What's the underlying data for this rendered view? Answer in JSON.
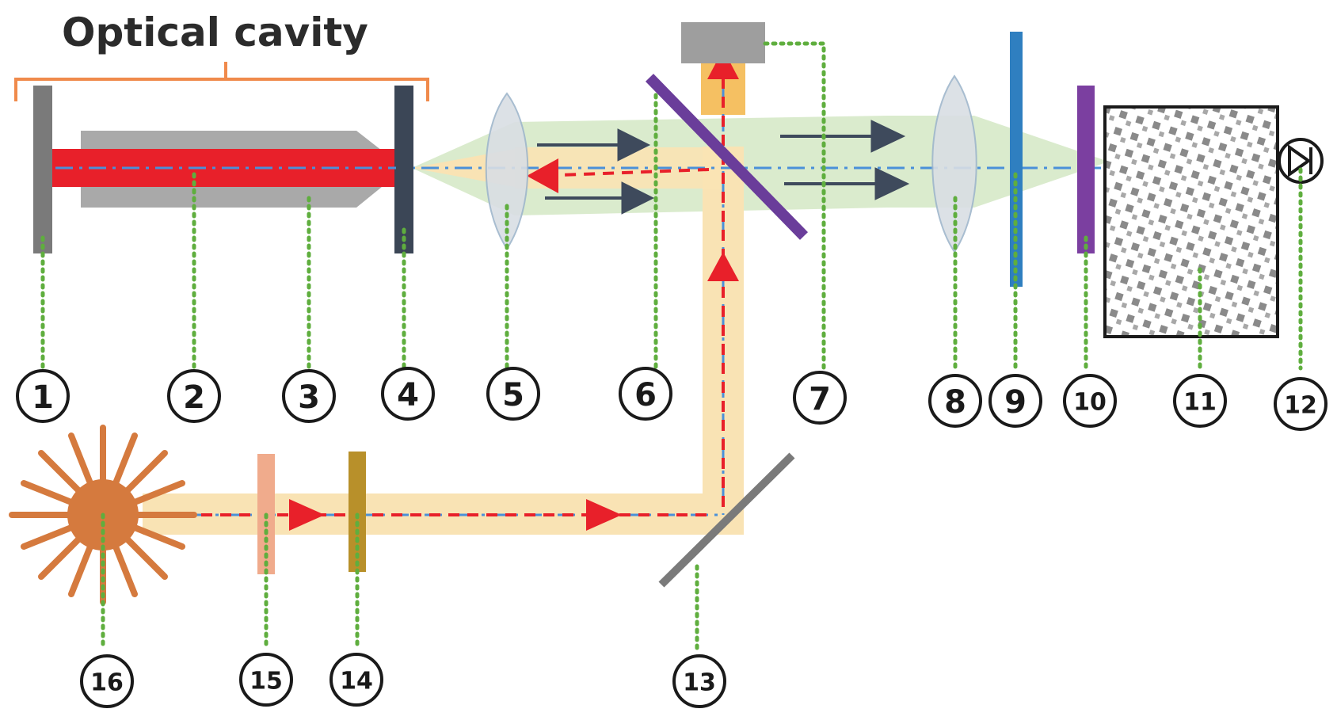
{
  "title": "Optical cavity",
  "labels": [
    "1",
    "2",
    "3",
    "4",
    "5",
    "6",
    "7",
    "8",
    "9",
    "10",
    "11",
    "12",
    "13",
    "14",
    "15",
    "16"
  ],
  "colors": {
    "cavity_bracket": "#f08a4b",
    "pump_beam": "#f9e3b4",
    "signal_beam": "#d4e8c4",
    "red_beam": "#e8202a",
    "dark_arrow": "#3e4a5c",
    "mirror_gray": "#7a7a7a",
    "output_coupler": "#3b4656",
    "dichroic": "#6a3d9a",
    "filter_blue": "#2f7fc0",
    "filter_purple": "#7b3fa0",
    "source": "#d57a3e",
    "element_14": "#b8902a",
    "element_15": "#f0ab8c",
    "lens": "#d9dee4"
  },
  "icons": [
    "sun-burst-icon",
    "photodiode-icon",
    "lens-icon"
  ]
}
